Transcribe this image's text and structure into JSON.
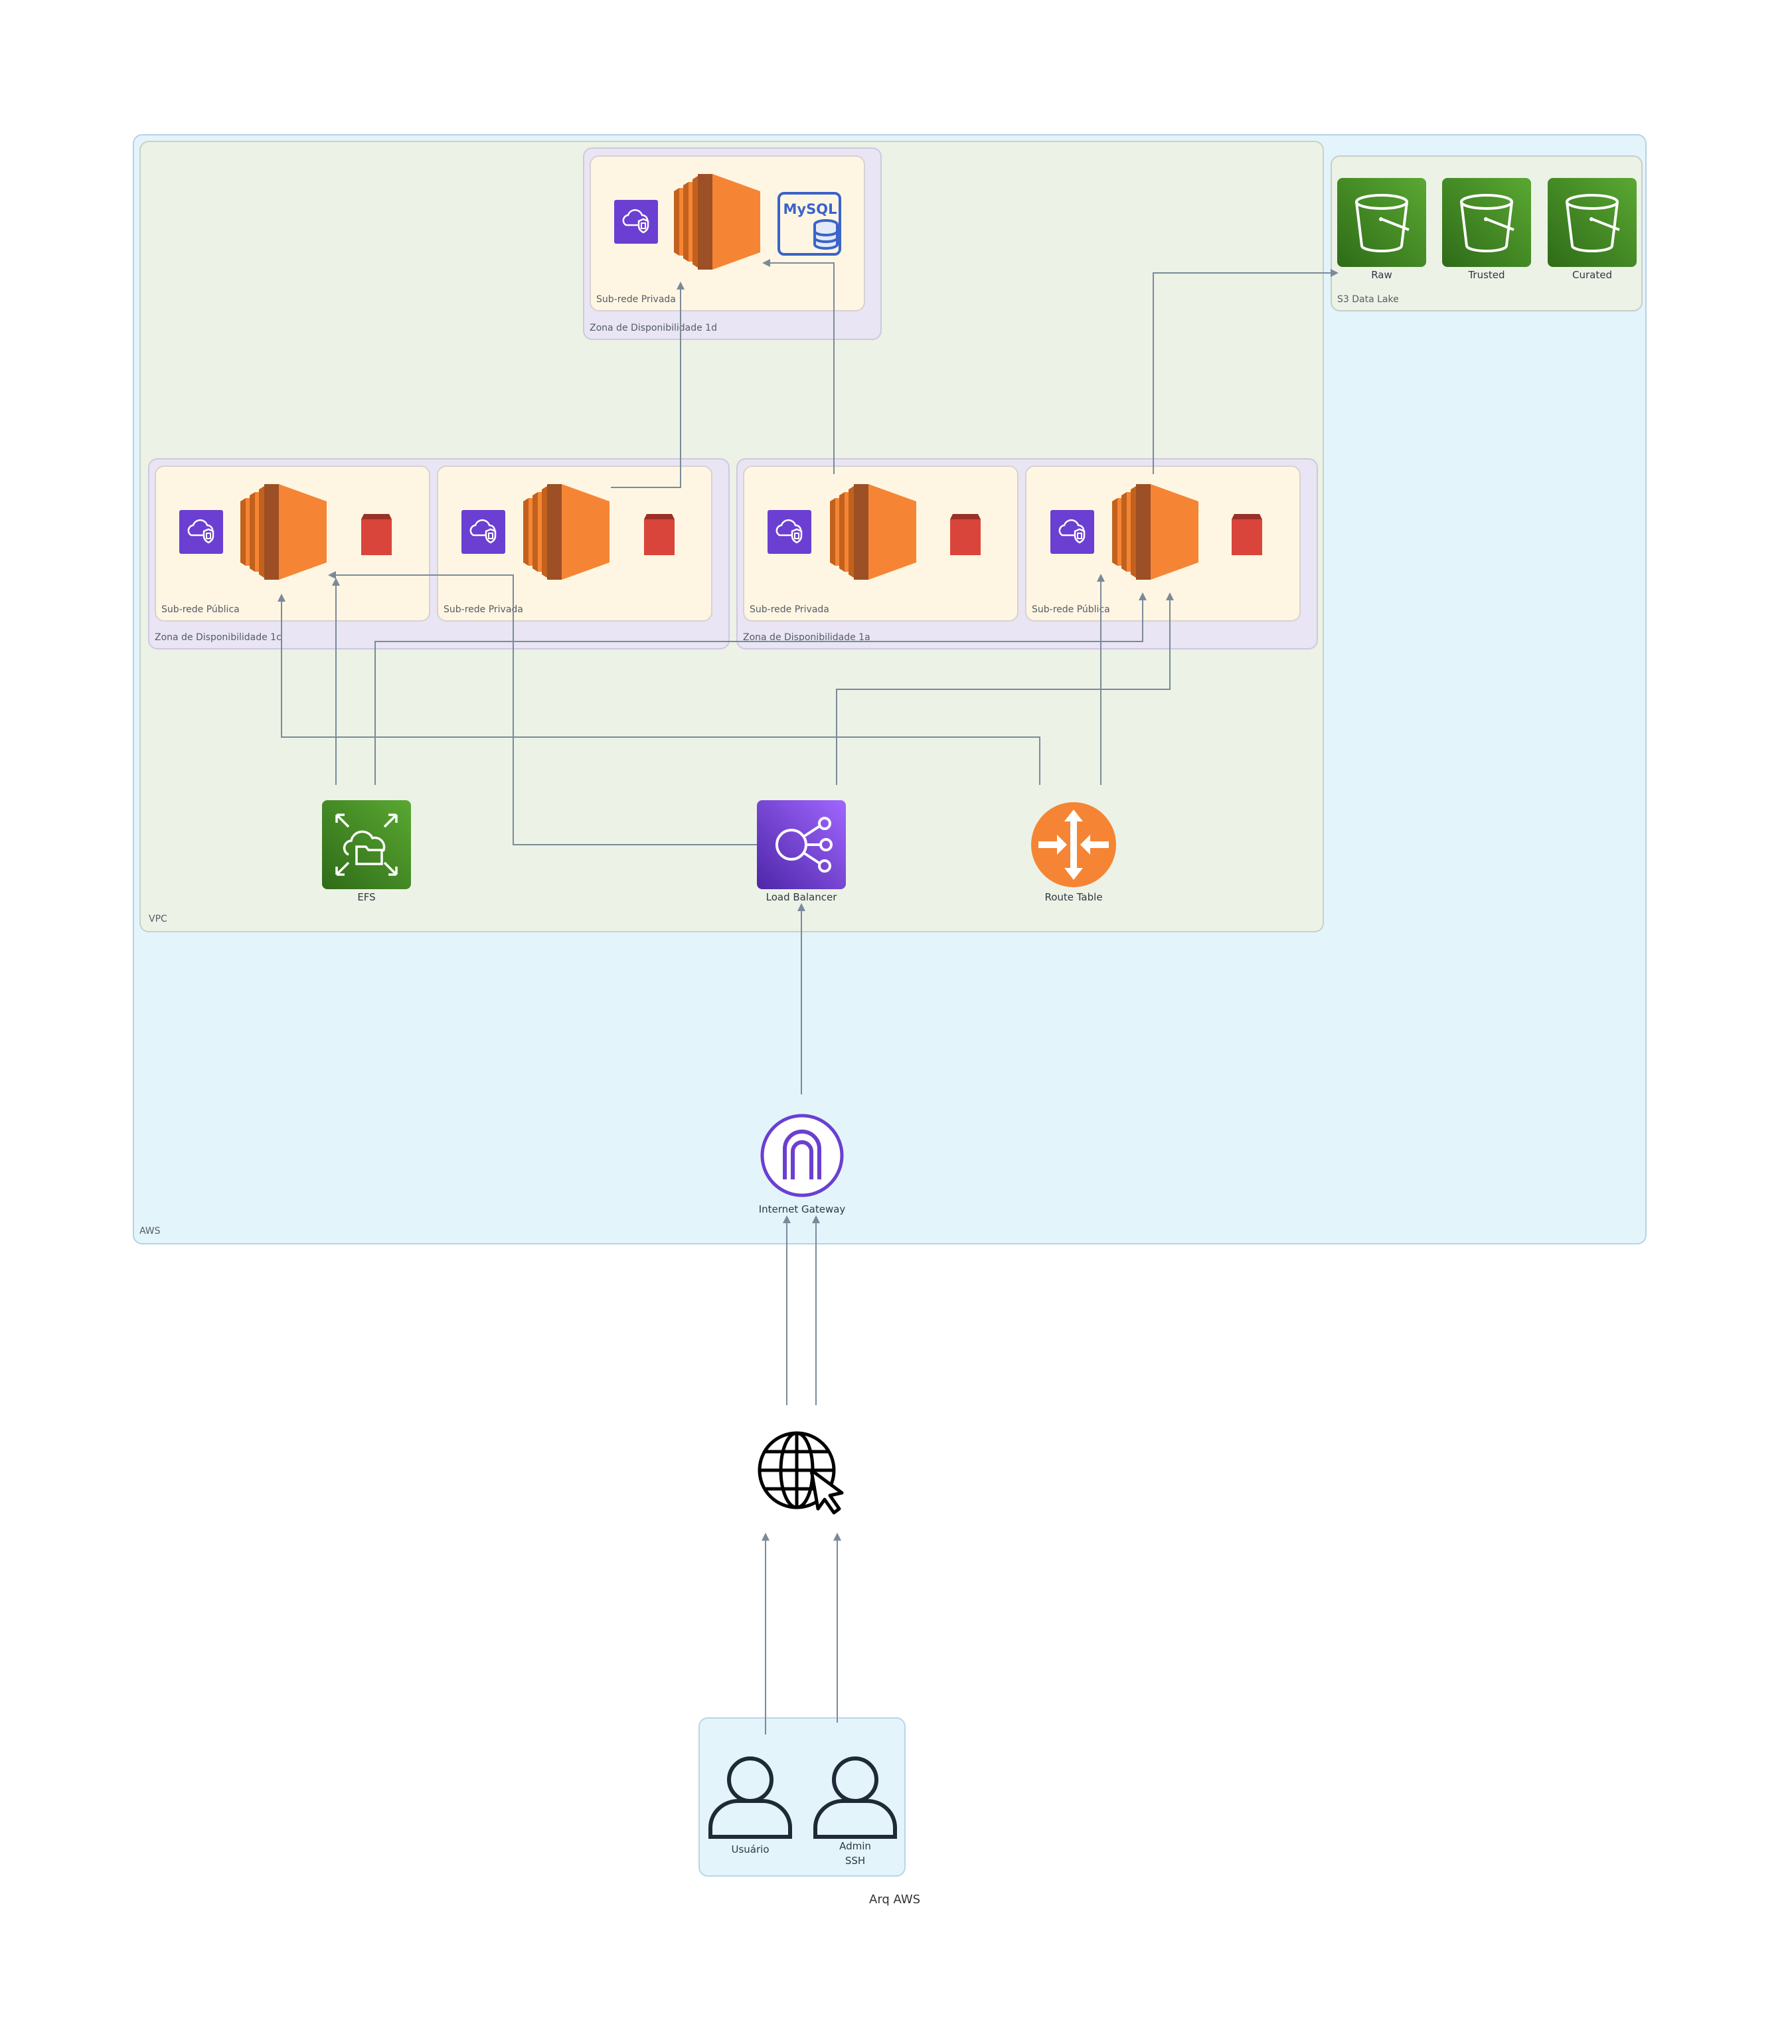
{
  "groups": {
    "aws": "AWS",
    "vpc": "VPC",
    "zone_1d": "Zona de Disponibilidade 1d",
    "zone_1c": "Zona de Disponibilidade 1c",
    "zone_1a": "Zona de Disponibilidade 1a",
    "subnet_top": "Sub-rede Privada",
    "subnet_1c_public": "Sub-rede Pública",
    "subnet_1c_private": "Sub-rede Privada",
    "subnet_1a_private": "Sub-rede Privada",
    "subnet_1a_public": "Sub-rede Pública",
    "s3": "S3 Data Lake"
  },
  "nodes": {
    "mysql": "MySQL",
    "raw": "Raw",
    "trusted": "Trusted",
    "curated": "Curated",
    "efs": "EFS",
    "load_balancer": "Load Balancer",
    "route_table": "Route Table",
    "internet_gateway": "Internet Gateway",
    "usuario": "Usuário",
    "admin_line1": "Admin",
    "admin_line2": "SSH"
  },
  "title": "Arq AWS",
  "colors": {
    "ec2": "#f58534",
    "security": "#6b3fd1",
    "storage": "#d9453a",
    "s3": "#3f8624",
    "wire": "#7a8a99"
  }
}
